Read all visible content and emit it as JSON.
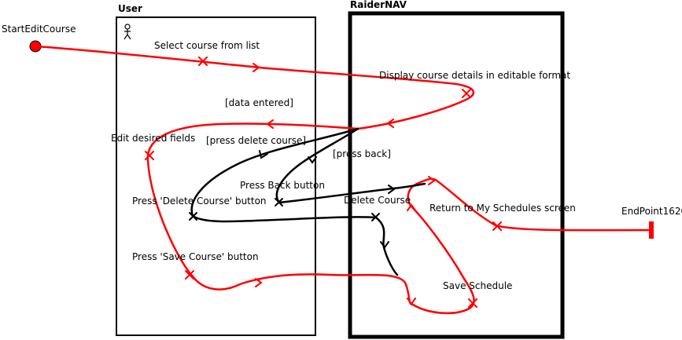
{
  "lanes": {
    "user": "User",
    "raidernav": "RaiderNAV"
  },
  "nodes": {
    "start": "StartEditCourse",
    "end": "EndPoint1620"
  },
  "labels": {
    "select_course": "Select course from list",
    "display_details": "Display course details in editable format",
    "data_entered": "[data entered]",
    "edit_fields": "Edit desired fields",
    "press_delete_guard": "[press delete course]",
    "press_back_guard": "[press back]",
    "press_back_button": "Press Back button",
    "press_delete_button": "Press 'Delete Course' button",
    "delete_course": "Delete Course",
    "return_schedules": "Return to My Schedules screen",
    "press_save_button": "Press 'Save Course' button",
    "save_schedule": "Save Schedule"
  },
  "colors": {
    "flow_red": "#ff0000",
    "flow_black": "#000000"
  }
}
